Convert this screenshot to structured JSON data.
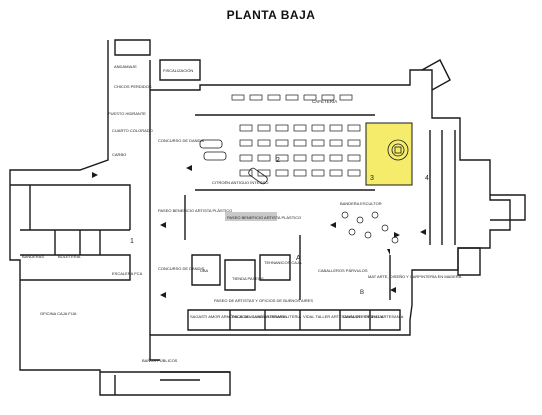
{
  "title": "PLANTA BAJA",
  "highlight_color": "#F4EC6A",
  "labels": {
    "andamiaje": "ANDAMIAJE",
    "chicos_perdidos": "CHICOS PERDIDOS",
    "fiscalizacion": "FISCALIZACIÓN",
    "puesto_hidrante": "PUESTO HIDRANTE",
    "cuarto_colorado": "CUARTO COLORADO",
    "carbo": "CARBO",
    "concurso_dandy": "CONCURSO DE DANDIS",
    "cafeteria": "CAFETERÍA",
    "citroen": "CITROËN ANTIGUO ÍNTEGRO",
    "paseo_beneficio": "PASEO BENEFICIO ARTISTA PLÁSTICO",
    "paseo_beneficio_tag": "PASEO BENEFICIO ARTISTA PLÁSTICO",
    "bandera_escultor": "BANDERA ESCULTOR",
    "num1": "1",
    "num2": "2",
    "num3": "3",
    "num4": "4",
    "letterA": "A",
    "letterB": "B",
    "banderas": "BANDERAS",
    "boletera": "BOLETERÍA",
    "escalera_fca": "ESCALERA FCA",
    "oficina_caja": "OFICINA CAJA FIJA",
    "concurso_dandy2": "CONCURSO DE DANDIS",
    "uba": "UBA",
    "tienda_paseos": "TIENDA PASEOS",
    "tehnanicos": "TEHNANICOS CAJA",
    "caballeros": "CABALLEROS PÁRVULOS",
    "mat_arte": "MAT ARTE, DISEÑO Y CARPINTERÍA EN MADERA",
    "paseo_artistas": "PASEO DE ARTISTAS Y OFICIOS DE BUENOS AIRES",
    "sagasti": "SAGASTI AMOR ARMÓNICA DEL JARDÍN",
    "palacia": "PALACIA VILLAS ARTESANÍA",
    "library": "LIBRARY LITERIA",
    "vidal": "VIDAL TALLER ARTESANAL DEL ORIENTAL",
    "gaymar": "GAYMAR PERCHAL ARTESANÍA",
    "banos_publicos": "BAÑOS PÚBLICOS"
  }
}
